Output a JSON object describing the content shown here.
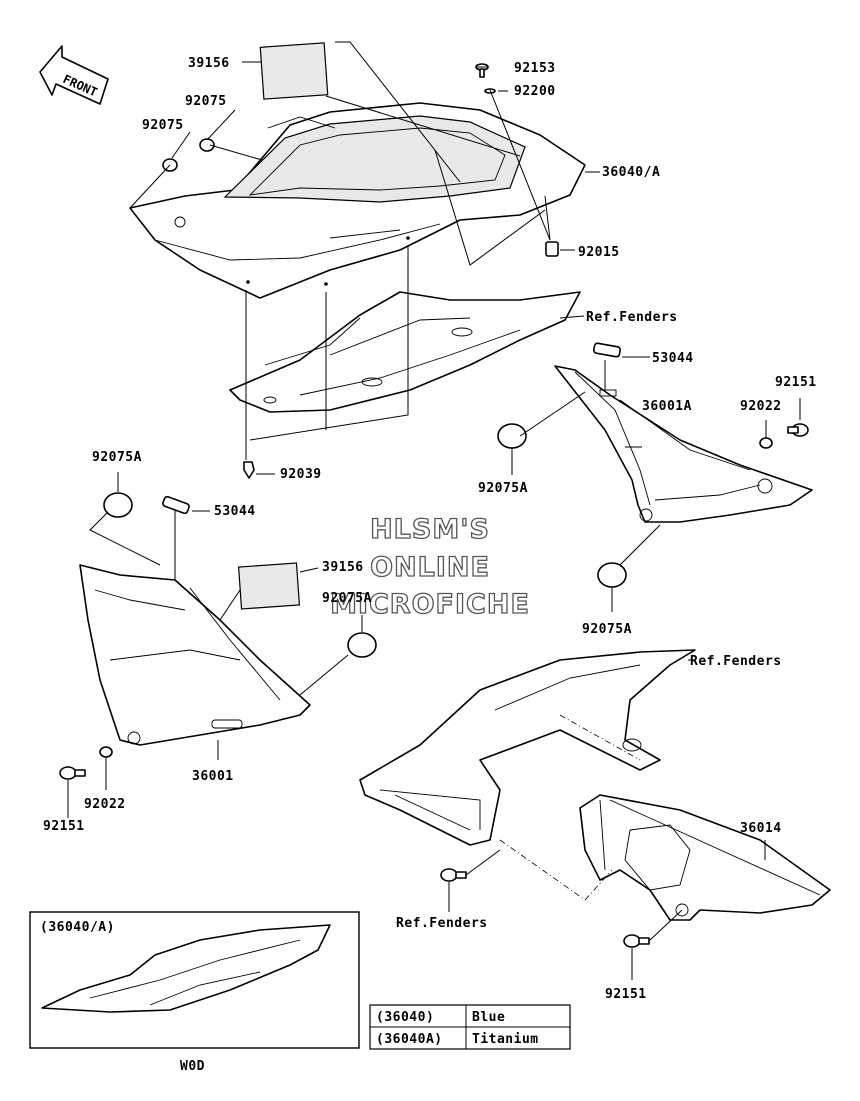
{
  "front_arrow": {
    "label": "FRONT"
  },
  "watermark": {
    "lines": [
      "HLSM'S",
      "ONLINE",
      "MICROFICHE"
    ]
  },
  "callouts": [
    {
      "id": "c-39156-top",
      "text": "39156"
    },
    {
      "id": "c-92075-a",
      "text": "92075"
    },
    {
      "id": "c-92075-b",
      "text": "92075"
    },
    {
      "id": "c-92153",
      "text": "92153"
    },
    {
      "id": "c-92200",
      "text": "92200"
    },
    {
      "id": "c-36040",
      "text": "36040/A"
    },
    {
      "id": "c-92015",
      "text": "92015"
    },
    {
      "id": "c-ref-fenders-1",
      "text": "Ref.Fenders"
    },
    {
      "id": "c-53044-right",
      "text": "53044"
    },
    {
      "id": "c-92151-right",
      "text": "92151"
    },
    {
      "id": "c-36001A",
      "text": "36001A"
    },
    {
      "id": "c-92022-right",
      "text": "92022"
    },
    {
      "id": "c-92075A-right-top",
      "text": "92075A"
    },
    {
      "id": "c-92039",
      "text": "92039"
    },
    {
      "id": "c-92075A-left",
      "text": "92075A"
    },
    {
      "id": "c-53044-left",
      "text": "53044"
    },
    {
      "id": "c-39156-mid",
      "text": "39156"
    },
    {
      "id": "c-92075A-mid",
      "text": "92075A"
    },
    {
      "id": "c-92075A-right-bot",
      "text": "92075A"
    },
    {
      "id": "c-ref-fenders-2",
      "text": "Ref.Fenders"
    },
    {
      "id": "c-36001",
      "text": "36001"
    },
    {
      "id": "c-92151-left",
      "text": "92151"
    },
    {
      "id": "c-92022-left",
      "text": "92022"
    },
    {
      "id": "c-36014",
      "text": "36014"
    },
    {
      "id": "c-ref-fenders-3",
      "text": "Ref.Fenders"
    },
    {
      "id": "c-92151-bot",
      "text": "92151"
    }
  ],
  "inset": {
    "label": "(36040/A)",
    "caption": "W0D"
  },
  "variant_table": {
    "rows": [
      {
        "code": "(36040)",
        "color": "Blue"
      },
      {
        "code": "(36040A)",
        "color": "Titanium"
      }
    ]
  }
}
